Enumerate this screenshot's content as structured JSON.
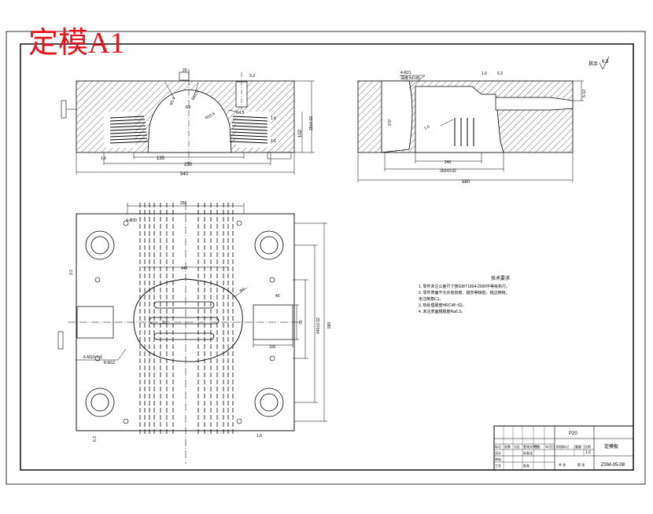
{
  "stamp": {
    "text": "定模A1",
    "color": "#e8141b"
  },
  "roughness": {
    "label": "其余",
    "value": "6.3"
  },
  "front_view": {
    "dims": {
      "overall_width": "540",
      "inner_width": "250",
      "bottom_opening": "135",
      "height": "102",
      "right_height": "25±0.02"
    },
    "labels": [
      "R5.5",
      "R12.5",
      "R10.5",
      "R4.5",
      "R9",
      "20",
      "3.2",
      "1.6",
      "1.6",
      "1.6"
    ]
  },
  "side_view": {
    "dims": {
      "overall_width": "580",
      "inner_width": "350±0.02",
      "cavity_width": "240",
      "right_dim": "5-12",
      "left_angle": "0.5°"
    },
    "labels": [
      "4-R21",
      "深度为0.85",
      "1.6",
      "1.6",
      "6.3"
    ]
  },
  "top_view": {
    "dims": {
      "top_width": "250",
      "left_height": "580",
      "right_height": "440±0.02",
      "window_width": "100",
      "window_height": "70",
      "ellipse_width": "440",
      "small_dim": "40",
      "hole_dim": "R4"
    },
    "labels": [
      "3.2",
      "6.3",
      "1.6",
      "3.2",
      "6-M10×1.5",
      "8-M12",
      "4-Ø30"
    ]
  },
  "tech_req": {
    "title": "技术要求",
    "lines": [
      "1. 零件未注公差尺寸按GB/T1804-2000中等级执行。",
      "2. 零件表面不允许有划痕、碰伤等缺陷，锐边倒钝，",
      "   未注倒角C1。",
      "3. 热处理硬度HRC48~52。",
      "4. 未注表面粗糙度Ra6.3。"
    ]
  },
  "title_block": {
    "material": "P20",
    "part_name": "定模板",
    "scale": "1:2",
    "drawing_no": "ZSM-05-08",
    "cells": [
      "标记",
      "处数",
      "分区",
      "更改文件号",
      "签名",
      "年月日",
      "设计",
      "审核",
      "工艺",
      "标准化",
      "批准",
      "阶段标记",
      "重量",
      "比例",
      "共 张",
      "第 张"
    ]
  }
}
